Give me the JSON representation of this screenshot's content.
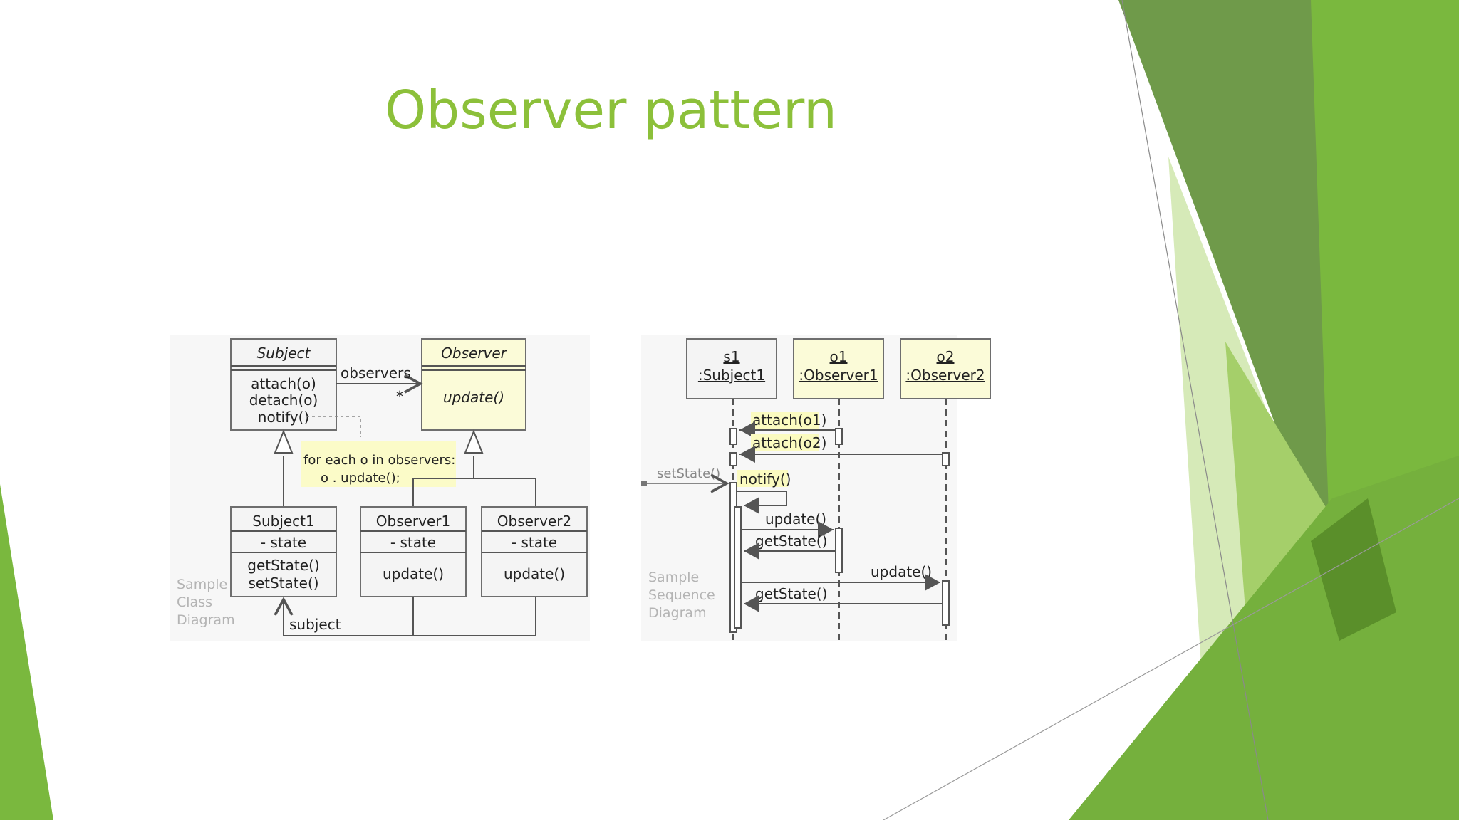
{
  "slide": {
    "title": "Observer pattern",
    "accent_color": "#8cc03a",
    "decor_colors": [
      "#6f9a4a",
      "#7ab83e",
      "#a5cf6a",
      "#d6eab8",
      "#5a8f2a"
    ]
  },
  "class_diagram": {
    "subject": {
      "name": "Subject",
      "methods": [
        "attach(o)",
        "detach(o)",
        "notify()"
      ]
    },
    "observer": {
      "name": "Observer",
      "methods": [
        "update()"
      ]
    },
    "association_label": "observers",
    "multiplicity": "*",
    "note_lines": [
      "for each o in observers:",
      "o . update();"
    ],
    "subject1": {
      "name": "Subject1",
      "attr": "- state",
      "methods": [
        "getState()",
        "setState()"
      ]
    },
    "observer1": {
      "name": "Observer1",
      "attr": "- state",
      "methods": [
        "update()"
      ]
    },
    "observer2": {
      "name": "Observer2",
      "attr": "- state",
      "methods": [
        "update()"
      ]
    },
    "subject_label": "subject",
    "caption_lines": [
      "Sample",
      "Class",
      "Diagram"
    ]
  },
  "sequence_diagram": {
    "lifelines": [
      {
        "name": "s1",
        "type": ":Subject1"
      },
      {
        "name": "o1",
        "type": ":Observer1"
      },
      {
        "name": "o2",
        "type": ":Observer2"
      }
    ],
    "messages": {
      "attach1": "attach(o1)",
      "attach2": "attach(o2)",
      "setstate": "setState()",
      "notify": "notify()",
      "update1": "update()",
      "getstate1": "getState()",
      "update2": "update()",
      "getstate2": "getState()"
    },
    "caption_lines": [
      "Sample",
      "Sequence",
      "Diagram"
    ]
  }
}
